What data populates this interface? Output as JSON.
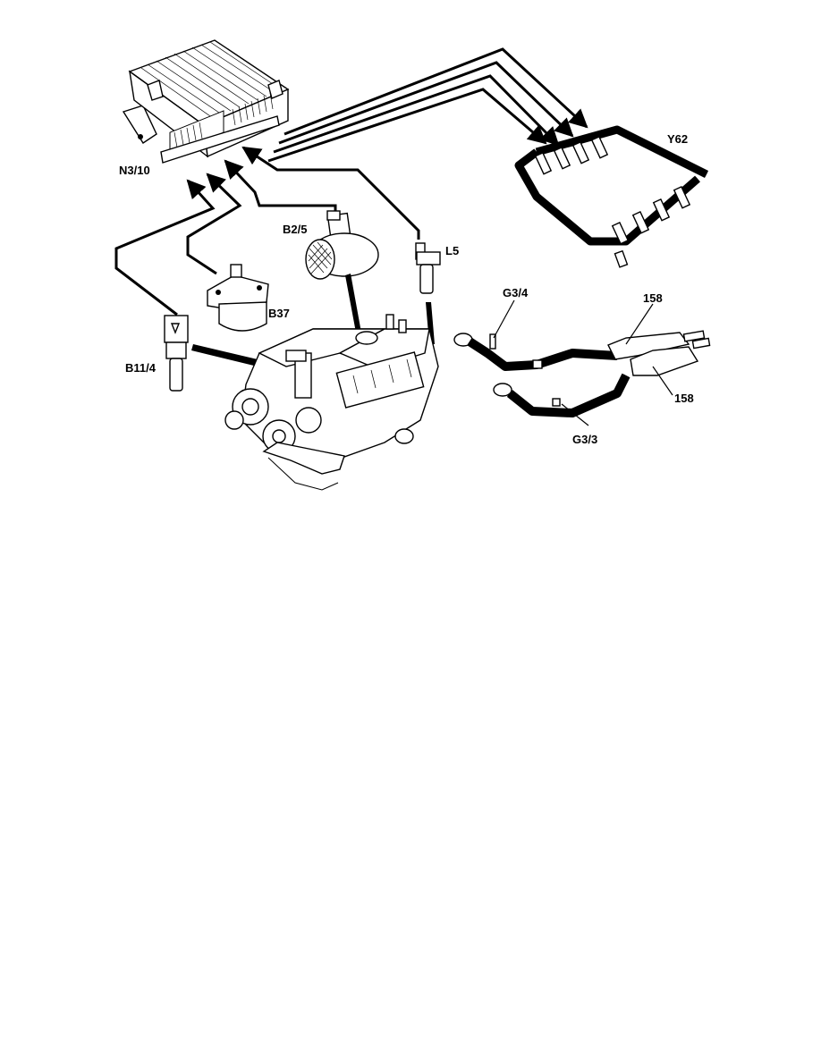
{
  "labels": {
    "ecu": "N3/10",
    "injectors": "Y62",
    "maf": "B2/5",
    "crank_sensor": "L5",
    "pressure_sensor": "B37",
    "coolant_sensor": "B11/4",
    "o2_right": "G3/4",
    "o2_left": "G3/3",
    "cat_upper": "158",
    "cat_lower": "158"
  },
  "colors": {
    "line": "#000000",
    "background": "#ffffff"
  }
}
